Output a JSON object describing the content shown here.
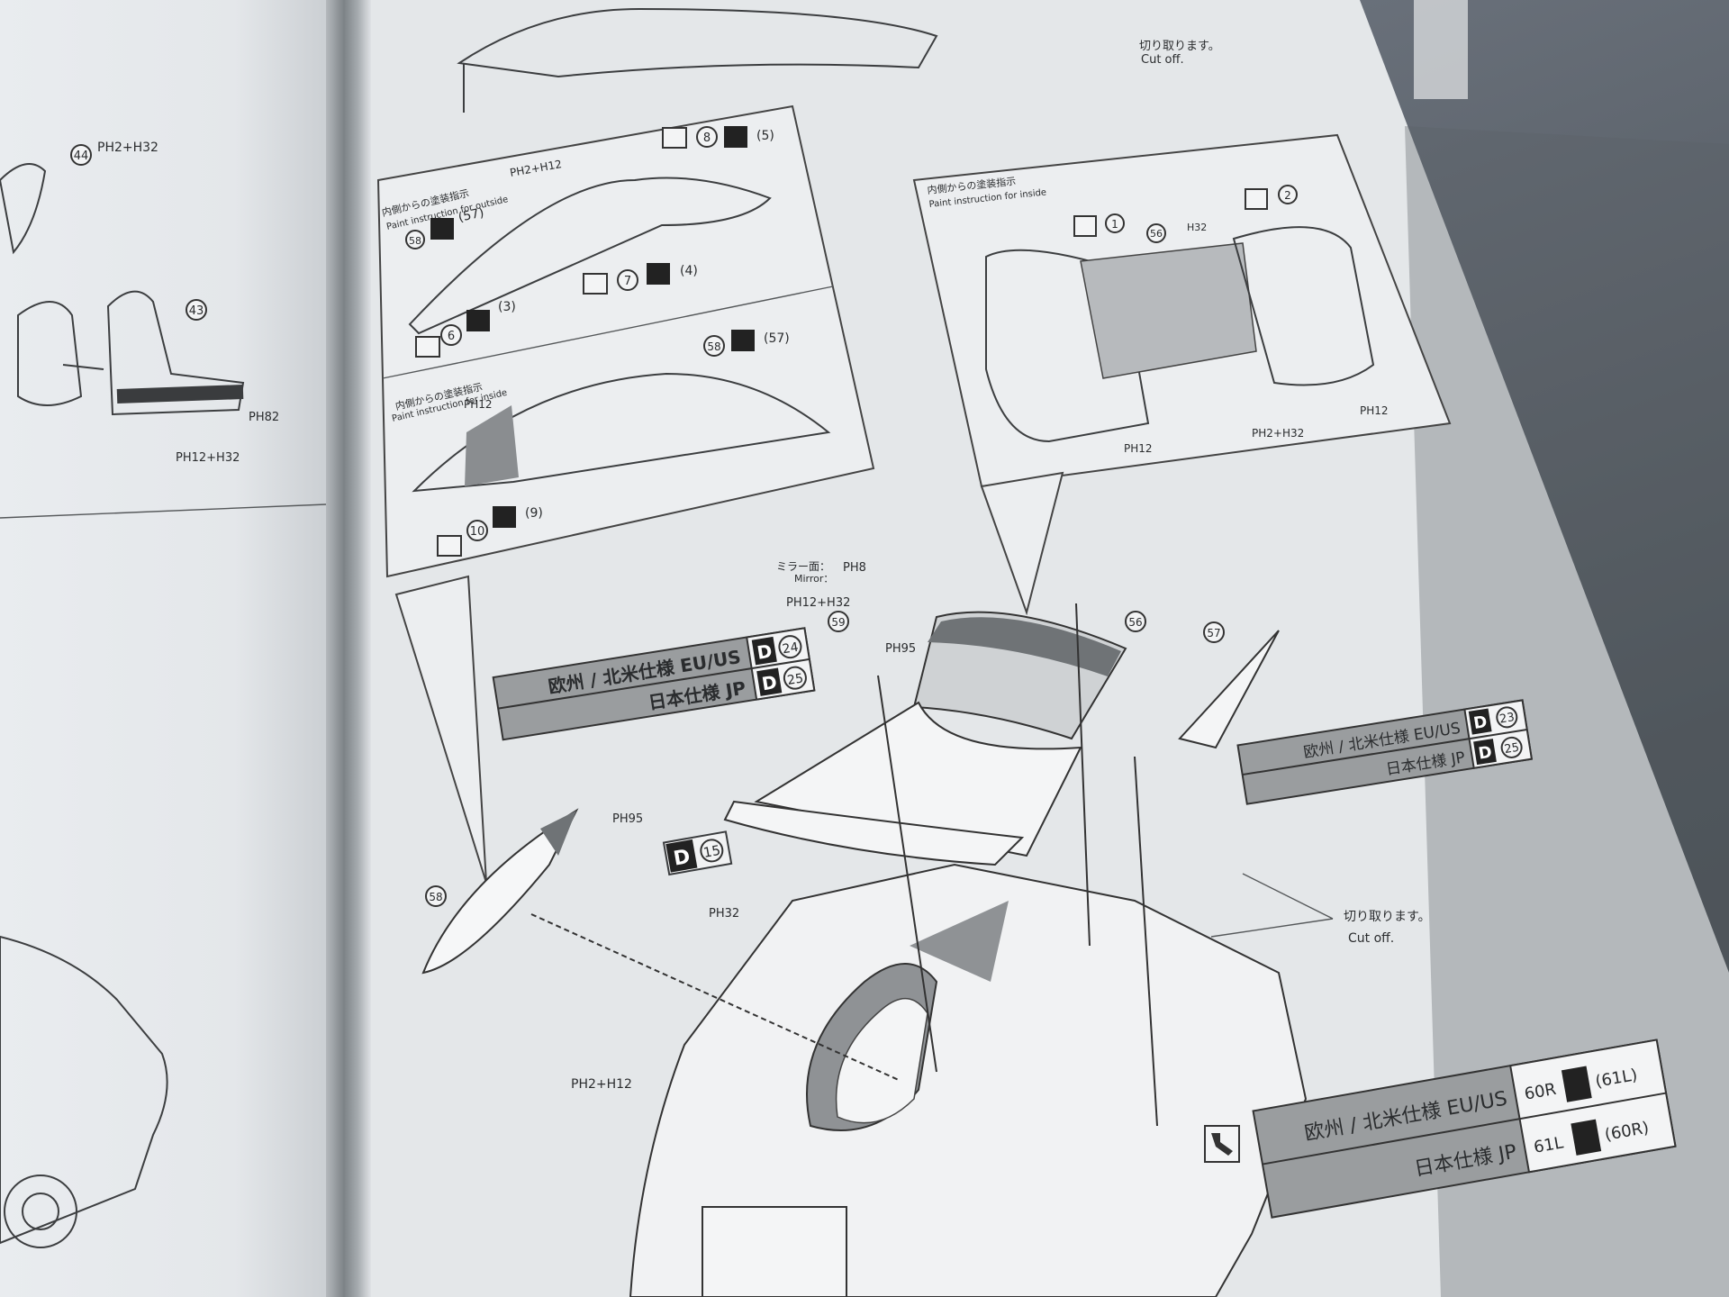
{
  "labels": {
    "cutoff_jp": "切り取ります。",
    "cutoff_en": "Cut off.",
    "outside_jp": "内側からの塗装指示",
    "outside_en": "Paint instruction for outside",
    "inside_jp": "内側からの塗装指示",
    "inside_en": "Paint instruction for inside",
    "mirror_jp": "ミラー面：",
    "mirror_en": "Mirror："
  },
  "paint_codes": {
    "ph2_h32": "PH2+H32",
    "ph2_h12": "PH2+H12",
    "ph12_h32": "PH12+H32",
    "ph12": "PH12",
    "ph32": "PH32",
    "ph82": "PH82",
    "ph8": "PH8",
    "ph95": "PH95",
    "h32": "H32"
  },
  "part_numbers": {
    "n44": "44",
    "n43": "43",
    "n56": "56",
    "n57": "57",
    "n58": "58",
    "n59": "59",
    "n1": "1",
    "n2": "2",
    "n3": "(3)",
    "n4": "(4)",
    "n5": "(5)",
    "n6": "6",
    "n7": "7",
    "n8": "8",
    "n9": "(9)",
    "n10": "10",
    "n57p": "(57)",
    "n57p2": "(57)"
  },
  "spec_box_main": {
    "row1_label": "欧州 / 北米仕様 EU/US",
    "row1_code": "D",
    "row1_num": "24",
    "row2_label": "日本仕様 JP",
    "row2_code": "D",
    "row2_num": "25"
  },
  "spec_box_right": {
    "row1_label": "欧州 / 北米仕様 EU/US",
    "row1_code": "D",
    "row1_num": "23",
    "row2_label": "日本仕様 JP",
    "row2_code": "D",
    "row2_num": "25"
  },
  "spec_box_bottom": {
    "row1_label": "欧州 / 北米仕様 EU/US",
    "row1_parts": "60R",
    "row1_parts2": "(61L)",
    "row2_label": "日本仕様 JP",
    "row2_parts": "61L",
    "row2_parts2": "(60R)"
  },
  "d15": {
    "code": "D",
    "num": "15"
  }
}
